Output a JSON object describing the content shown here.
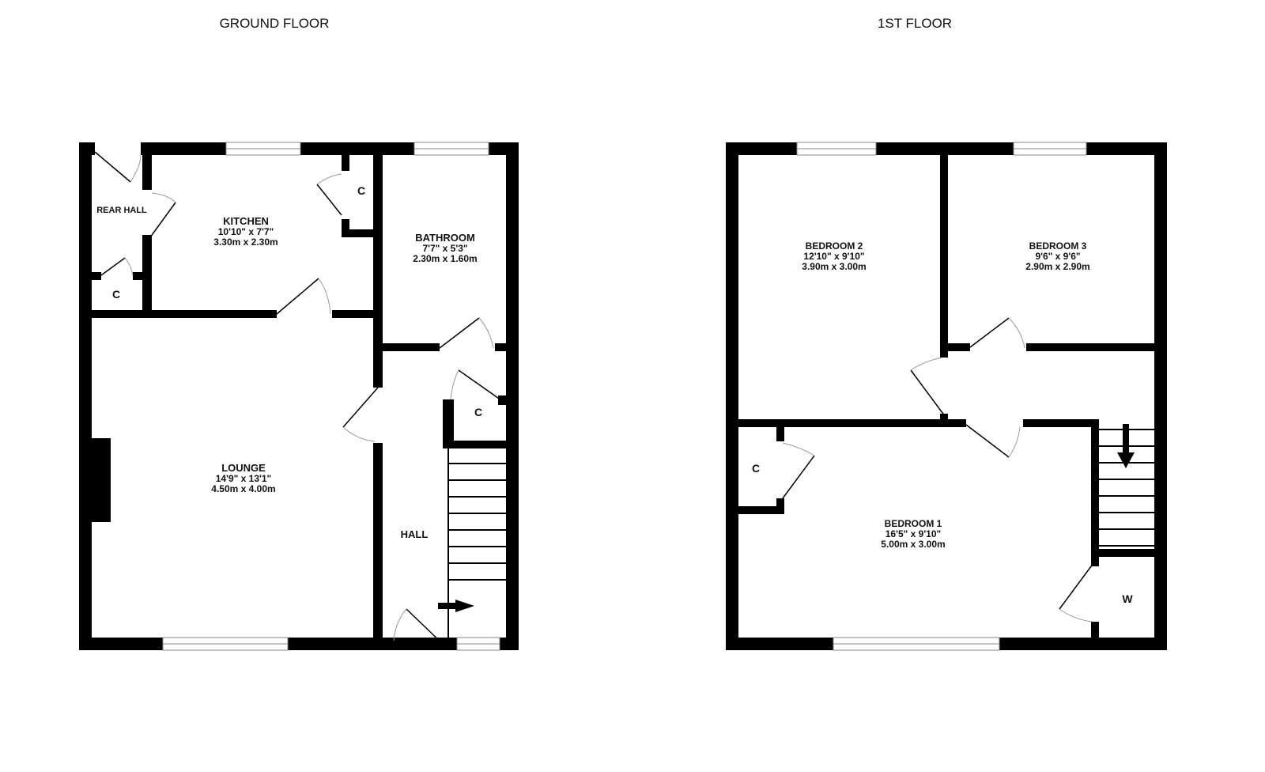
{
  "floors": [
    {
      "title": "GROUND FLOOR",
      "rooms": [
        {
          "name": "REAR HALL",
          "dim_imperial": "",
          "dim_metric": ""
        },
        {
          "name": "KITCHEN",
          "dim_imperial": "10'10\"  x 7'7\"",
          "dim_metric": "3.30m  x 2.30m"
        },
        {
          "name": "BATHROOM",
          "dim_imperial": "7'7\"  x 5'3\"",
          "dim_metric": "2.30m  x 1.60m"
        },
        {
          "name": "LOUNGE",
          "dim_imperial": "14'9\"  x 13'1\"",
          "dim_metric": "4.50m  x 4.00m"
        },
        {
          "name": "HALL",
          "dim_imperial": "",
          "dim_metric": ""
        }
      ],
      "cupboards": [
        "C",
        "C",
        "C"
      ]
    },
    {
      "title": "1ST FLOOR",
      "rooms": [
        {
          "name": "BEDROOM 2",
          "dim_imperial": "12'10\"  x 9'10\"",
          "dim_metric": "3.90m  x 3.00m"
        },
        {
          "name": "BEDROOM 3",
          "dim_imperial": "9'6\"  x 9'6\"",
          "dim_metric": "2.90m  x 2.90m"
        },
        {
          "name": "BEDROOM 1",
          "dim_imperial": "16'5\"  x 9'10\"",
          "dim_metric": "5.00m  x 3.00m"
        }
      ],
      "cupboards": [
        "C"
      ],
      "wardrobe": "W"
    }
  ],
  "colors": {
    "wall": "#000000",
    "background": "#ffffff",
    "door_arc": "#999999"
  }
}
